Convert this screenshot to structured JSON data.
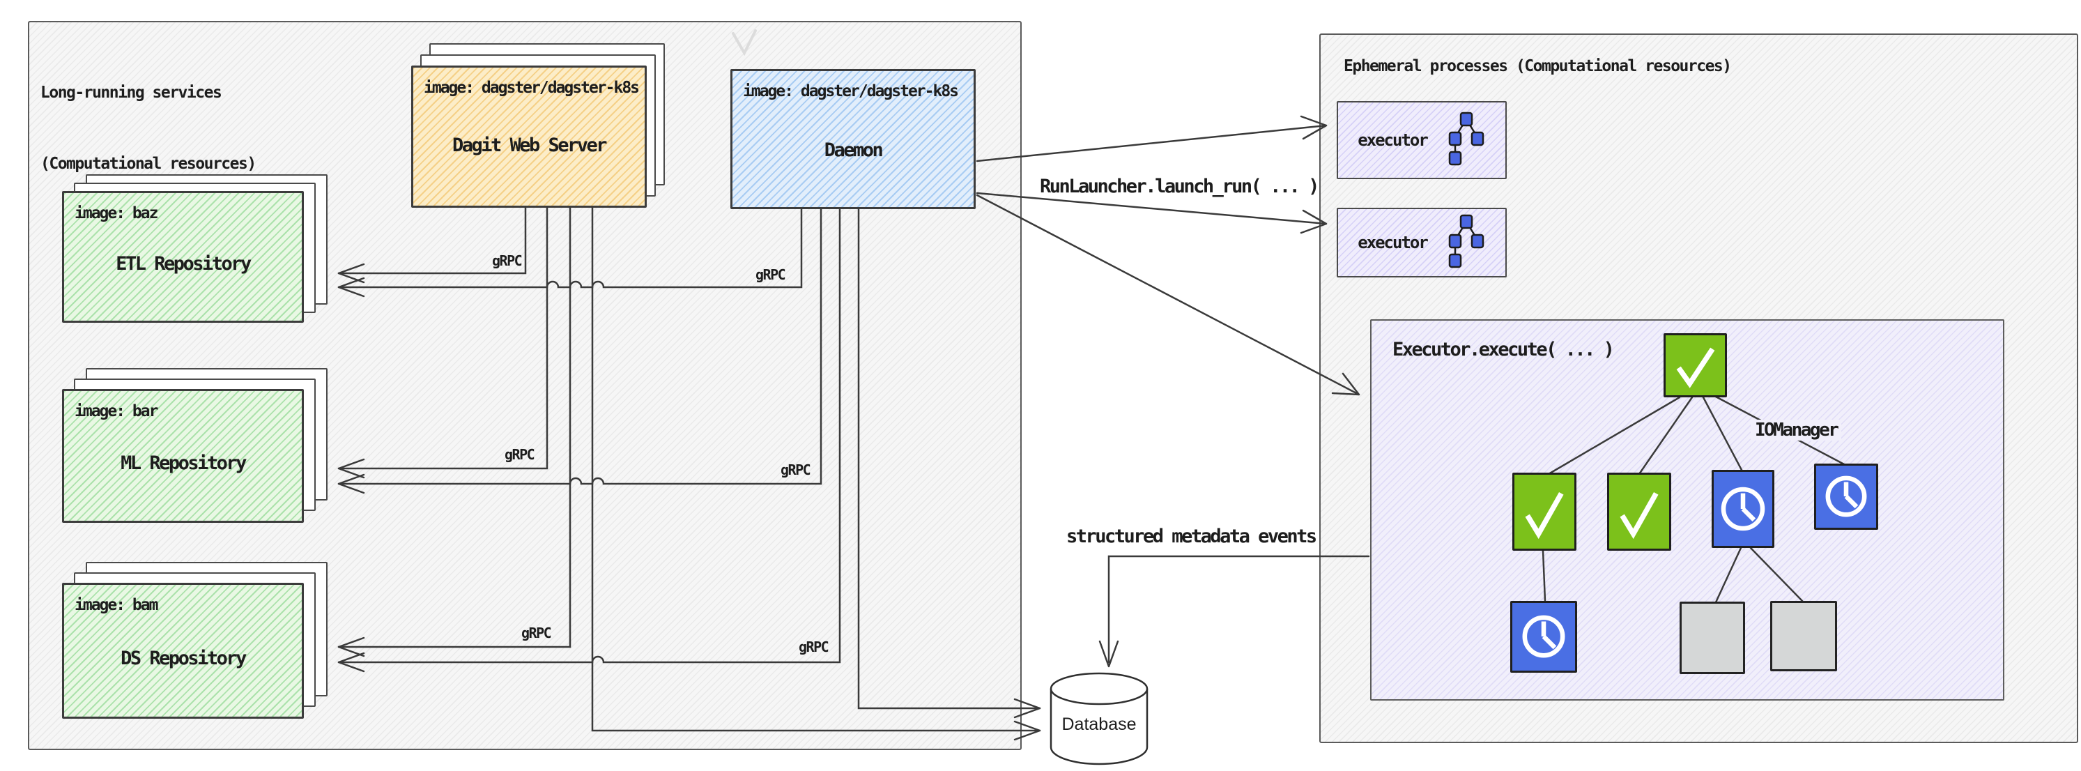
{
  "left_panel": {
    "title_line1": "Long-running services",
    "title_line2": "(Computational resources)",
    "dagit": {
      "image_label": "image: dagster/dagster-k8s",
      "title": "Dagit Web Server"
    },
    "daemon": {
      "image_label": "image: dagster/dagster-k8s",
      "title": "Daemon"
    },
    "repositories": [
      {
        "image_label": "image: baz",
        "title": "ETL Repository"
      },
      {
        "image_label": "image: bar",
        "title": "ML Repository"
      },
      {
        "image_label": "image: bam",
        "title": "DS Repository"
      }
    ],
    "grpc_label": "gRPC"
  },
  "right_panel": {
    "title": "Ephemeral processes (Computational resources)",
    "executors": [
      {
        "label": "executor"
      },
      {
        "label": "executor"
      }
    ],
    "execute_box": {
      "title": "Executor.execute( ... )",
      "iomanager_label": "IOManager",
      "nodes": [
        {
          "id": "root",
          "state": "success",
          "icon": "check-icon",
          "color": "#7cc11b"
        },
        {
          "id": "child-1",
          "state": "success",
          "icon": "check-icon",
          "color": "#7cc11b"
        },
        {
          "id": "child-2",
          "state": "success",
          "icon": "check-icon",
          "color": "#7cc11b"
        },
        {
          "id": "child-3",
          "state": "waiting",
          "icon": "clock-icon",
          "color": "#4a6fe4"
        },
        {
          "id": "child-4",
          "state": "waiting",
          "icon": "clock-icon",
          "color": "#4a6fe4"
        },
        {
          "id": "grandchild-1",
          "state": "waiting",
          "icon": "clock-icon",
          "color": "#4a6fe4"
        },
        {
          "id": "grandchild-2",
          "state": "not-started",
          "icon": "none",
          "color": "#d5d7d7"
        },
        {
          "id": "grandchild-3",
          "state": "not-started",
          "icon": "none",
          "color": "#d5d7d7"
        }
      ],
      "edges": [
        [
          "root",
          "child-1"
        ],
        [
          "root",
          "child-2"
        ],
        [
          "root",
          "child-3"
        ],
        [
          "root",
          "child-4"
        ],
        [
          "child-1",
          "grandchild-1"
        ],
        [
          "child-3",
          "grandchild-2"
        ],
        [
          "child-3",
          "grandchild-3"
        ]
      ]
    }
  },
  "annotations": {
    "run_launcher": "RunLauncher.launch_run( ... )",
    "metadata_events": "structured metadata events"
  },
  "database": {
    "label": "Database"
  },
  "colors": {
    "dagit_fill": "#fcedc8",
    "dagit_hatch": "#eeb446",
    "daemon_fill": "#e2eefb",
    "daemon_hatch": "#6eaaeb",
    "repo_fill": "#e9f8e4",
    "repo_hatch": "#6ecd73",
    "executor_fill": "#f0edfc",
    "execute_box_fill": "#f1effb",
    "node_success": "#7cc11b",
    "node_waiting": "#4a6fe4",
    "node_not_started": "#d5d7d7",
    "line_color": "#3a3a3a",
    "icon_node_blue": "#4a66e2"
  }
}
